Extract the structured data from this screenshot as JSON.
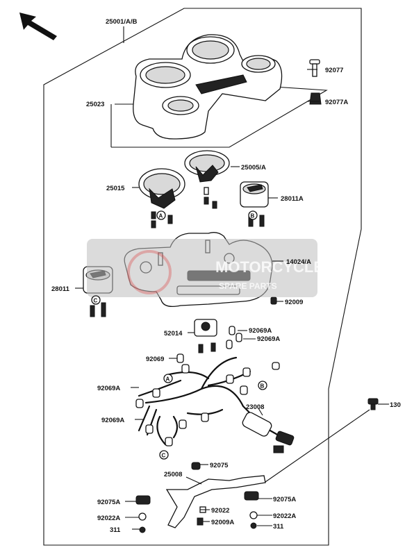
{
  "labels": {
    "p25001": "25001/A/B",
    "p92077": "92077",
    "p92077A": "92077A",
    "p25023": "25023",
    "p25005": "25005/A",
    "p25015": "25015",
    "p28011A": "28011A",
    "p14024": "14024/A",
    "p28011": "28011",
    "p92009": "92009",
    "p92069A_1": "92069A",
    "p52014": "52014",
    "p92069A_2": "92069A",
    "p92069": "92069",
    "p92069A_3": "92069A",
    "p92069A_4": "92069A",
    "p23008": "23008",
    "p130": "130",
    "p92075": "92075",
    "p25008": "25008",
    "p92075A_1": "92075A",
    "p92075A_2": "92075A",
    "p92022": "92022",
    "p92022A_1": "92022A",
    "p92022A_2": "92022A",
    "p92009A": "92009A",
    "p311_1": "311",
    "p311_2": "311"
  },
  "markers": {
    "a": "A",
    "b": "B",
    "c": "C"
  },
  "watermark": {
    "line1": "MOTORCYCLE",
    "line2": "SPARE PARTS"
  },
  "icons": [
    "direction-arrow-icon"
  ]
}
